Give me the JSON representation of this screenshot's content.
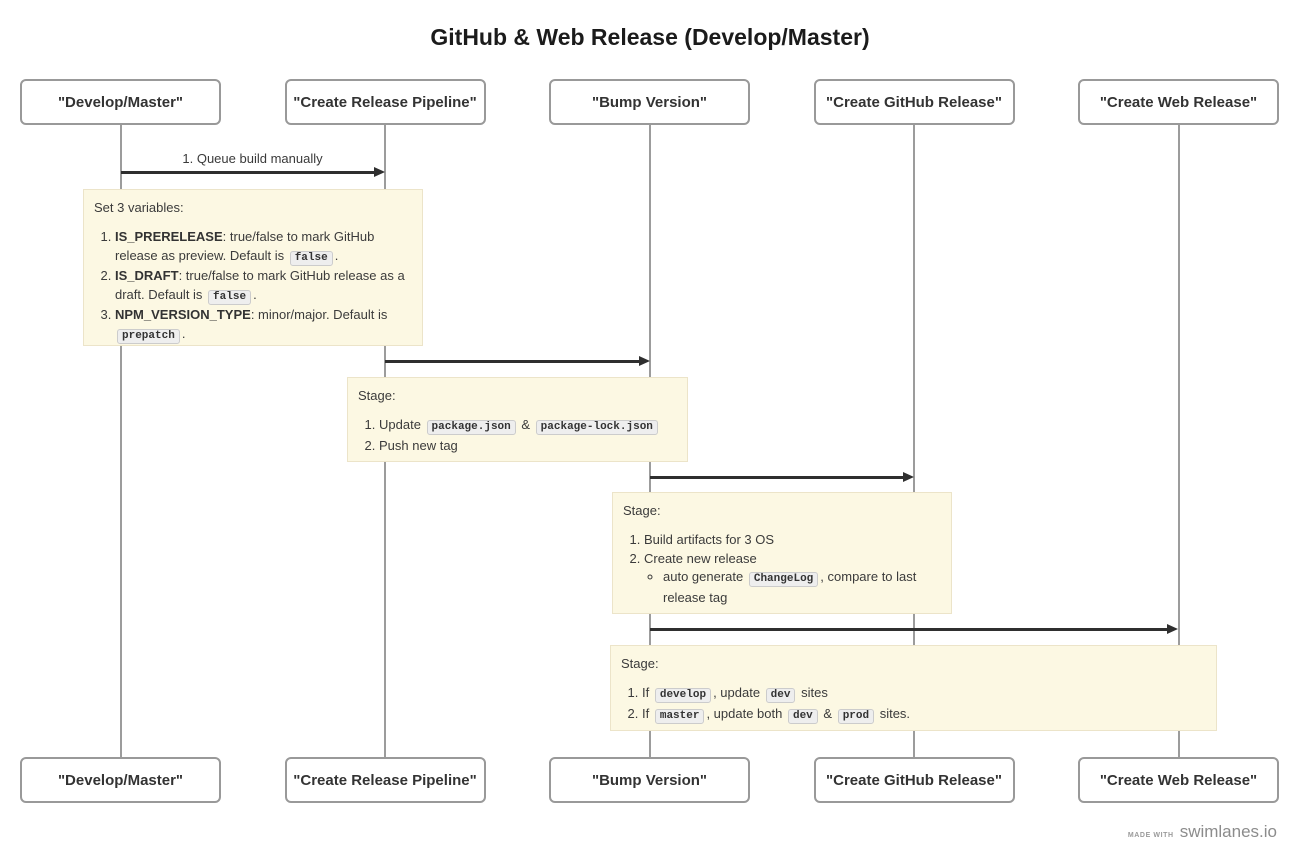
{
  "title": "GitHub & Web Release (Develop/Master)",
  "lanes": [
    {
      "label": "\"Develop/Master\""
    },
    {
      "label": "\"Create Release Pipeline\""
    },
    {
      "label": "\"Bump Version\""
    },
    {
      "label": "\"Create GitHub Release\""
    },
    {
      "label": "\"Create Web Release\""
    }
  ],
  "arrows": [
    {
      "label": "1. Queue build manually",
      "from": "\"Develop/Master\"",
      "to": "\"Create Release Pipeline\""
    },
    {
      "label": "",
      "from": "\"Create Release Pipeline\"",
      "to": "\"Bump Version\""
    },
    {
      "label": "",
      "from": "\"Bump Version\"",
      "to": "\"Create GitHub Release\""
    },
    {
      "label": "",
      "from": "\"Bump Version\"",
      "to": "\"Create Web Release\""
    }
  ],
  "notes": [
    {
      "title": "Set 3 variables:",
      "items": [
        {
          "segs": [
            {
              "t": "IS_PRERELEASE",
              "s": "bold"
            },
            {
              "t": ": true/false to mark GitHub release as preview. Default is ",
              "s": "plain"
            },
            {
              "t": "false",
              "s": "code"
            },
            {
              "t": ".",
              "s": "plain"
            }
          ]
        },
        {
          "segs": [
            {
              "t": "IS_DRAFT",
              "s": "bold"
            },
            {
              "t": ": true/false to mark GitHub release as a draft. Default is ",
              "s": "plain"
            },
            {
              "t": "false",
              "s": "code"
            },
            {
              "t": ".",
              "s": "plain"
            }
          ]
        },
        {
          "segs": [
            {
              "t": "NPM_VERSION_TYPE",
              "s": "bold"
            },
            {
              "t": ": minor/major. Default is ",
              "s": "plain"
            },
            {
              "t": "prepatch",
              "s": "code"
            },
            {
              "t": ".",
              "s": "plain"
            }
          ]
        }
      ]
    },
    {
      "title": "Stage:",
      "items": [
        {
          "segs": [
            {
              "t": "Update ",
              "s": "plain"
            },
            {
              "t": "package.json",
              "s": "code"
            },
            {
              "t": " & ",
              "s": "plain"
            },
            {
              "t": "package-lock.json",
              "s": "code"
            }
          ]
        },
        {
          "segs": [
            {
              "t": "Push new tag",
              "s": "plain"
            }
          ]
        }
      ]
    },
    {
      "title": "Stage:",
      "items": [
        {
          "segs": [
            {
              "t": "Build artifacts for 3 OS",
              "s": "plain"
            }
          ]
        },
        {
          "segs": [
            {
              "t": "Create new release",
              "s": "plain"
            }
          ],
          "sub": [
            {
              "segs": [
                {
                  "t": "auto generate ",
                  "s": "plain"
                },
                {
                  "t": "ChangeLog",
                  "s": "code"
                },
                {
                  "t": ", compare to last release tag",
                  "s": "plain"
                }
              ]
            }
          ]
        }
      ]
    },
    {
      "title": "Stage:",
      "items": [
        {
          "segs": [
            {
              "t": "If ",
              "s": "plain"
            },
            {
              "t": "develop",
              "s": "code"
            },
            {
              "t": ", update ",
              "s": "plain"
            },
            {
              "t": "dev",
              "s": "code"
            },
            {
              "t": " sites",
              "s": "plain"
            }
          ]
        },
        {
          "segs": [
            {
              "t": "If ",
              "s": "plain"
            },
            {
              "t": "master",
              "s": "code"
            },
            {
              "t": ", update both ",
              "s": "plain"
            },
            {
              "t": "dev",
              "s": "code"
            },
            {
              "t": " & ",
              "s": "plain"
            },
            {
              "t": "prod",
              "s": "code"
            },
            {
              "t": " sites.",
              "s": "plain"
            }
          ]
        }
      ]
    }
  ],
  "footer": {
    "made_with": "MADE WITH",
    "brand": "swimlanes.io"
  },
  "colors": {
    "note_bg": "#fcf8e3",
    "note_border": "#ece4c9",
    "arrow": "#2f2f2f",
    "lifeline": "#9c9c9c",
    "box_border": "#999999",
    "chip_bg": "#eeeeee",
    "chip_border": "#cccccc"
  }
}
